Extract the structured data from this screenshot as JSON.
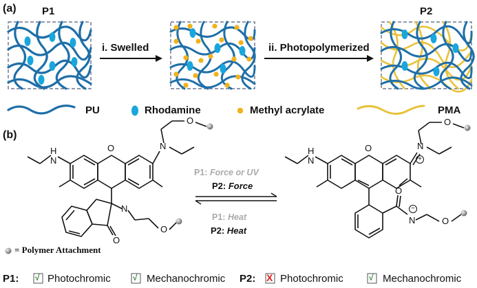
{
  "panel_a": {
    "label": "(a)",
    "p1_label": "P1",
    "p2_label": "P2",
    "step1": "i. Swelled",
    "step2": "ii. Photopolymerized",
    "legend": {
      "pu": "PU",
      "rhodamine": "Rhodamine",
      "methyl_acrylate": "Methyl acrylate",
      "pma": "PMA"
    }
  },
  "panel_b": {
    "label": "(b)",
    "forward_p1_prefix": "P1:",
    "forward_p1_text": "Force or UV",
    "forward_p2_prefix": "P2:",
    "forward_p2_text": "Force",
    "reverse_p1_prefix": "P1:",
    "reverse_p1_text": "Heat",
    "reverse_p2_prefix": "P2:",
    "reverse_p2_text": "Heat",
    "attachment_note": "= Polymer Attachment",
    "atoms": {
      "H": "H",
      "N": "N",
      "O": "O",
      "plus": "+",
      "minus": "−"
    }
  },
  "footer": {
    "p1_label": "P1:",
    "p1_photochromic": "Photochromic",
    "p1_mechanochromic": "Mechanochromic",
    "p2_label": "P2:",
    "p2_photochromic": "Photochromic",
    "p2_mechanochromic": "Mechanochromic",
    "check_mark": "√",
    "cross_mark": "X"
  },
  "colors": {
    "pu": "#1f6fa8",
    "rhodamine": "#19a6dc",
    "methyl_acrylate": "#f2b21c",
    "pma": "#e8c23a",
    "cross": "#e02020"
  }
}
